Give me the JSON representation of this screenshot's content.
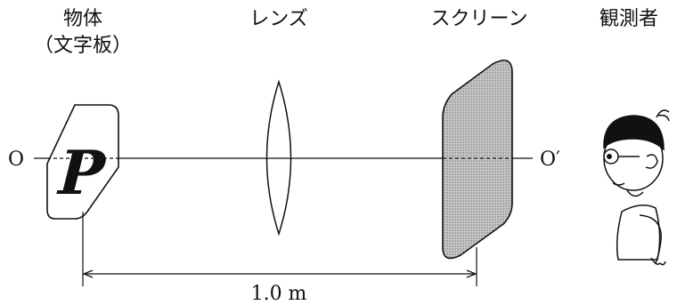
{
  "labels": {
    "object_line1": "物体",
    "object_line2": "（文字板）",
    "lens": "レンズ",
    "screen": "スクリーン",
    "observer": "観測者",
    "axis_left": "O",
    "axis_right": "O′",
    "plate_letter": "P",
    "distance": "1.0 m"
  },
  "colors": {
    "line": "#111111",
    "screen_fill": "#a8a8a8",
    "background": "#ffffff"
  }
}
